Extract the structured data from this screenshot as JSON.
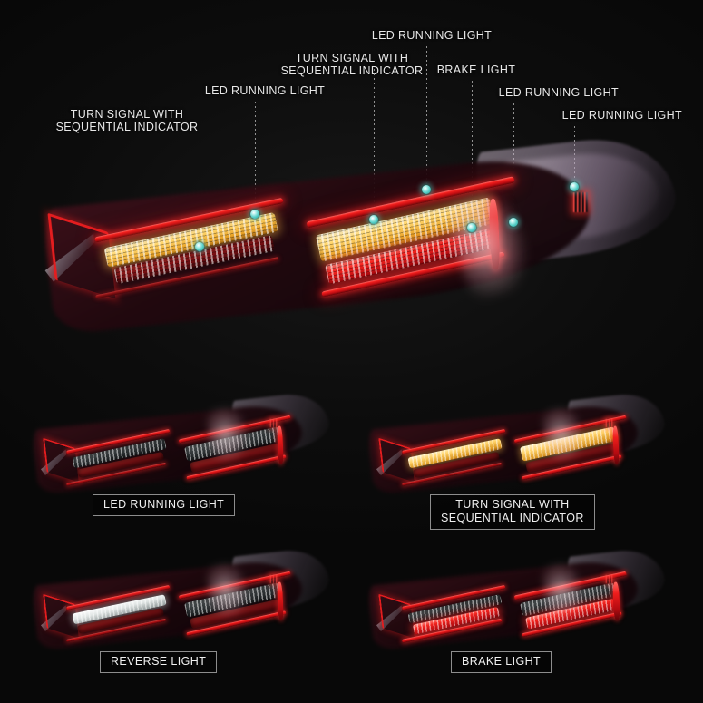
{
  "background_color": "#0a0a0a",
  "accent_dot_color": "#56cfc8",
  "led_red_color": "#f2201e",
  "led_amber_color": "#ffd56b",
  "label_text_color": "#e8e8e8",
  "hero": {
    "callouts": [
      {
        "id": "turn-signal-left",
        "text": "TURN SIGNAL WITH\nSEQUENTIAL INDICATOR"
      },
      {
        "id": "led-running-left",
        "text": "LED RUNNING LIGHT"
      },
      {
        "id": "turn-signal-center",
        "text": "TURN SIGNAL WITH\nSEQUENTIAL INDICATOR"
      },
      {
        "id": "led-running-top",
        "text": "LED RUNNING LIGHT"
      },
      {
        "id": "brake-light",
        "text": "BRAKE LIGHT"
      },
      {
        "id": "led-running-right",
        "text": "LED RUNNING LIGHT"
      },
      {
        "id": "led-running-far",
        "text": "LED RUNNING LIGHT"
      }
    ]
  },
  "variants": [
    {
      "id": "led-running-light",
      "caption": "LED RUNNING LIGHT"
    },
    {
      "id": "turn-signal",
      "caption": "TURN SIGNAL WITH\nSEQUENTIAL INDICATOR"
    },
    {
      "id": "reverse-light",
      "caption": "REVERSE LIGHT"
    },
    {
      "id": "brake-light",
      "caption": "BRAKE LIGHT"
    }
  ]
}
